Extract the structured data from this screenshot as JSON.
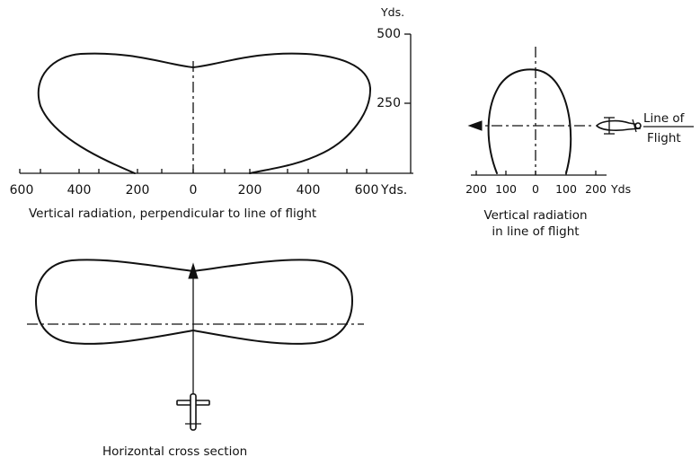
{
  "panels": {
    "perpendicular": {
      "caption": "Vertical radiation, perpendicular to line of flight",
      "x_ticks": [
        "600",
        "400",
        "200",
        "0",
        "200",
        "400",
        "600"
      ],
      "x_unit": "Yds.",
      "y_unit": "Yds.",
      "y_ticks": [
        "500",
        "250"
      ]
    },
    "in_line": {
      "caption_line1": "Vertical radiation",
      "caption_line2": "in line of flight",
      "x_ticks": [
        "200",
        "100",
        "0",
        "100",
        "200"
      ],
      "x_unit": "Yds",
      "flight_label_line1": "Line of",
      "flight_label_line2": "Flight"
    },
    "horizontal": {
      "caption": "Horizontal cross section"
    }
  }
}
